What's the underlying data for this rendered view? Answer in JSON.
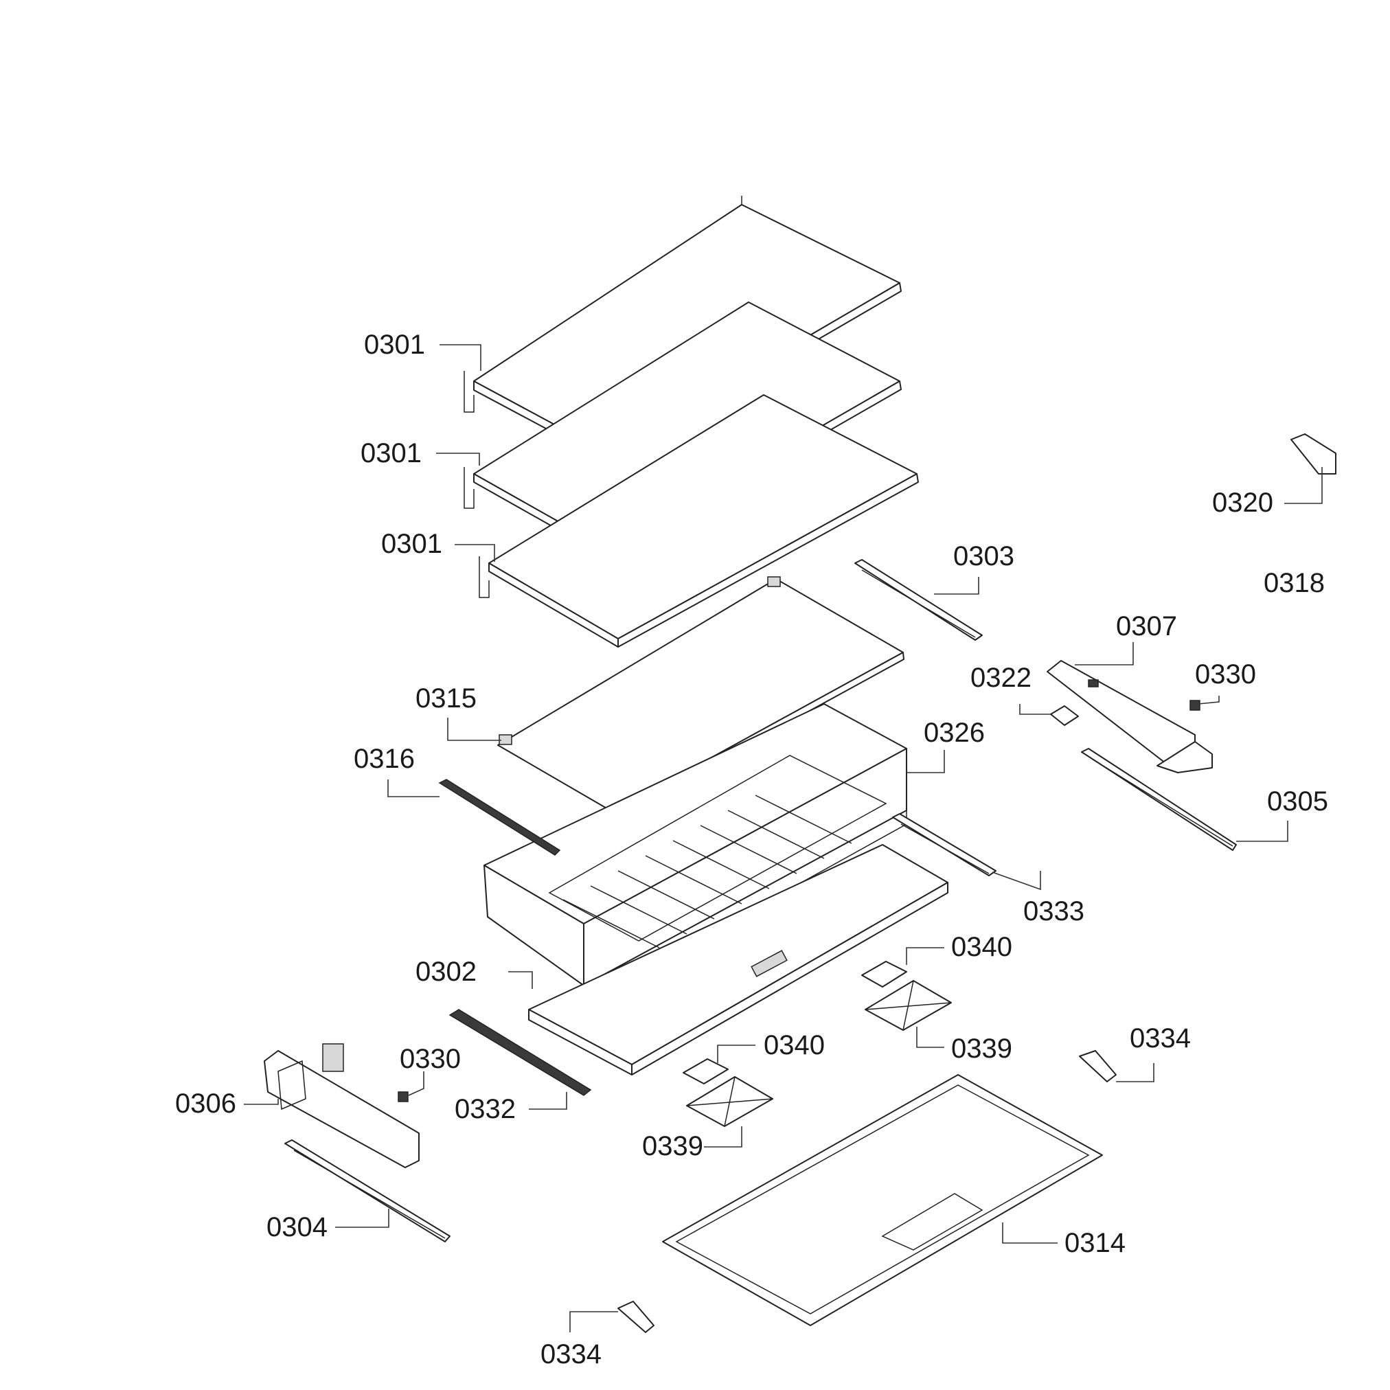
{
  "labels": {
    "l01a": "0301",
    "l01b": "0301",
    "l01c": "0301",
    "l20": "0320",
    "l03": "0303",
    "l18": "0318",
    "l07": "0307",
    "l22": "0322",
    "l30a": "0330",
    "l15": "0315",
    "l26": "0326",
    "l16": "0316",
    "l05": "0305",
    "l33": "0333",
    "l40a": "0340",
    "l02": "0302",
    "l39a": "0339",
    "l34a": "0334",
    "l40b": "0340",
    "l30b": "0330",
    "l06": "0306",
    "l32": "0332",
    "l39b": "0339",
    "l04": "0304",
    "l14": "0314",
    "l34b": "0334"
  },
  "colors": {
    "line": "#222222",
    "background": "#ffffff"
  }
}
